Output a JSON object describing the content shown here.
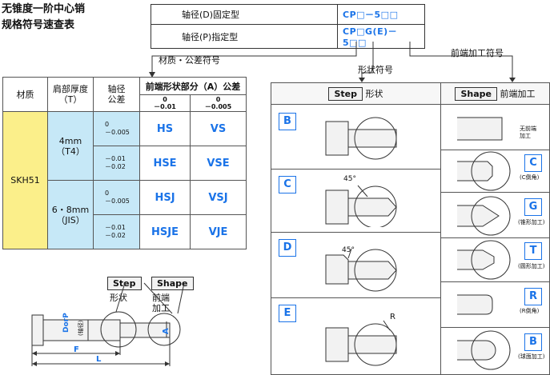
{
  "title": {
    "line1": "无锥度一阶中心销",
    "line2": "规格符号速查表"
  },
  "code_rows": [
    {
      "label": "轴径(D)固定型",
      "code": "CP□－5□□"
    },
    {
      "label": "轴径(P)指定型",
      "code": "CP□G(E)－5□□"
    }
  ],
  "pointers": {
    "material_tolerance": "材质・公差符号",
    "shape_code": "形状符号",
    "tip_code": "前端加工符号"
  },
  "material_table": {
    "headers": {
      "material": "材质",
      "thickness": "肩部厚度\n（T）",
      "tolerance": "轴径\n公差",
      "tip_shape": "前端形状部分（A）公差"
    },
    "tip_tol_cols": [
      [
        "0",
        "－0.01"
      ],
      [
        "0",
        "－0.005"
      ]
    ],
    "material": "SKH51",
    "rows": [
      {
        "thickness": "4mm\n（T4）",
        "tol": [
          "0",
          "－0.005"
        ],
        "codes": [
          "HS",
          "VS"
        ]
      },
      {
        "thickness": "",
        "tol": [
          "－0.01",
          "－0.02"
        ],
        "codes": [
          "HSE",
          "VSE"
        ]
      },
      {
        "thickness": "6・8mm\n（JIS）",
        "tol": [
          "0",
          "－0.005"
        ],
        "codes": [
          "HSJ",
          "VSJ"
        ]
      },
      {
        "thickness": "",
        "tol": [
          "－0.01",
          "－0.02"
        ],
        "codes": [
          "HSJE",
          "VJE"
        ]
      }
    ]
  },
  "shape_table": {
    "step_tag": "Step",
    "step_label": "形状",
    "shape_tag": "Shape",
    "shape_label": "前端加工",
    "steps": [
      {
        "letter": "B",
        "angle": ""
      },
      {
        "letter": "C",
        "angle": "45°"
      },
      {
        "letter": "D",
        "angle": "45°"
      },
      {
        "letter": "E",
        "angle": "R"
      }
    ],
    "shapes": [
      {
        "letter": "",
        "note": "无前端\n加工"
      },
      {
        "letter": "C",
        "note": "(C倒角)"
      },
      {
        "letter": "G",
        "note": "(锥形加工)"
      },
      {
        "letter": "T",
        "note": "(圆形加工)"
      },
      {
        "letter": "R",
        "note": "(R倒角)"
      },
      {
        "letter": "B",
        "note": "(球面加工)"
      }
    ]
  },
  "diagram": {
    "step_tag": "Step",
    "step_label": "形状",
    "shape_tag": "Shape",
    "shape_label1": "前端",
    "shape_label2": "加工",
    "dim_d": "DorP",
    "dim_d_sub": "(轴径)",
    "dim_a": "A",
    "dim_f": "F",
    "dim_l": "L"
  }
}
